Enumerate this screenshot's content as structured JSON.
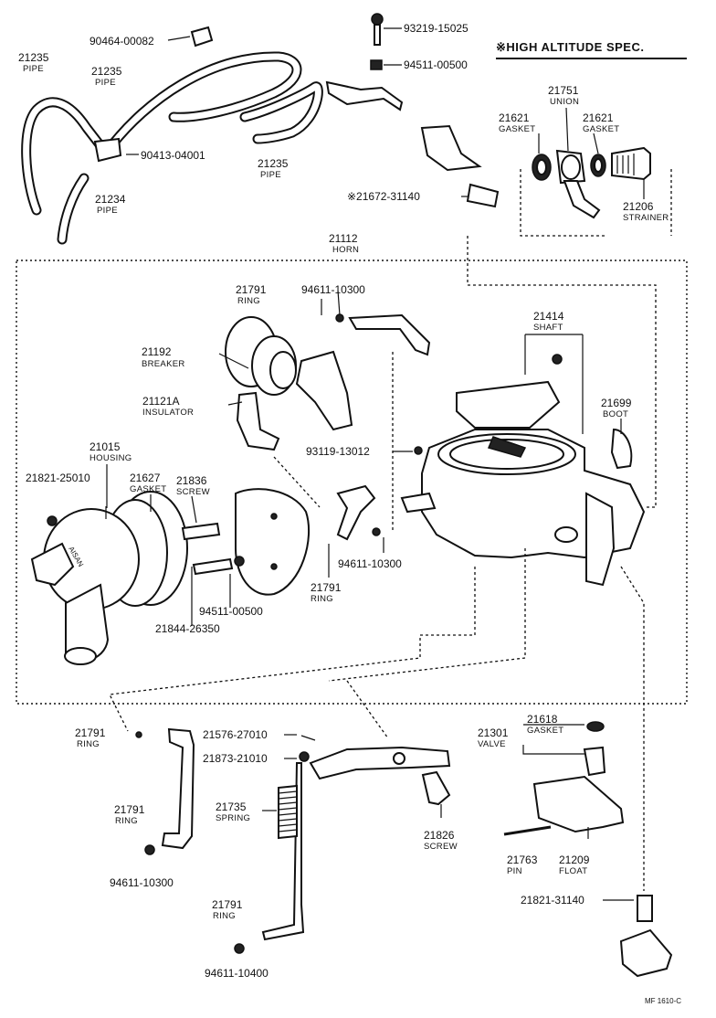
{
  "header": {
    "note": "※HIGH ALTITUDE SPEC."
  },
  "reference": "MF 1610-C",
  "labels": [
    {
      "id": "p90464",
      "num": "90464-00082",
      "name": ""
    },
    {
      "id": "p21235a",
      "num": "21235",
      "name": "PIPE"
    },
    {
      "id": "p21235b",
      "num": "21235",
      "name": "PIPE"
    },
    {
      "id": "p90413",
      "num": "90413-04001",
      "name": ""
    },
    {
      "id": "p21235c",
      "num": "21235",
      "name": "PIPE"
    },
    {
      "id": "p21234",
      "num": "21234",
      "name": "PIPE"
    },
    {
      "id": "p93219",
      "num": "93219-15025",
      "name": ""
    },
    {
      "id": "p94511a",
      "num": "94511-00500",
      "name": ""
    },
    {
      "id": "p21751",
      "num": "21751",
      "name": "UNION"
    },
    {
      "id": "p21621a",
      "num": "21621",
      "name": "GASKET"
    },
    {
      "id": "p21621b",
      "num": "21621",
      "name": "GASKET"
    },
    {
      "id": "p21672",
      "num": "※21672-31140",
      "name": ""
    },
    {
      "id": "p21206",
      "num": "21206",
      "name": "STRAINER"
    },
    {
      "id": "p21112",
      "num": "21112",
      "name": "HORN"
    },
    {
      "id": "p21791a",
      "num": "21791",
      "name": "RING"
    },
    {
      "id": "p94611a",
      "num": "94611-10300",
      "name": ""
    },
    {
      "id": "p21192",
      "num": "21192",
      "name": "BREAKER"
    },
    {
      "id": "p21414",
      "num": "21414",
      "name": "SHAFT"
    },
    {
      "id": "p21121A",
      "num": "21121A",
      "name": "INSULATOR"
    },
    {
      "id": "p21699",
      "num": "21699",
      "name": "BOOT"
    },
    {
      "id": "p21015",
      "num": "21015",
      "name": "HOUSING"
    },
    {
      "id": "p93119",
      "num": "93119-13012",
      "name": ""
    },
    {
      "id": "p21821a",
      "num": "21821-25010",
      "name": ""
    },
    {
      "id": "p21627",
      "num": "21627",
      "name": "GASKET"
    },
    {
      "id": "p21836",
      "num": "21836",
      "name": "SCREW"
    },
    {
      "id": "p94611b",
      "num": "94611-10300",
      "name": ""
    },
    {
      "id": "p21791b",
      "num": "21791",
      "name": "RING"
    },
    {
      "id": "p94511b",
      "num": "94511-00500",
      "name": ""
    },
    {
      "id": "p21844",
      "num": "21844-26350",
      "name": ""
    },
    {
      "id": "p21791c",
      "num": "21791",
      "name": "RING"
    },
    {
      "id": "p21576",
      "num": "21576-27010",
      "name": ""
    },
    {
      "id": "p21873",
      "num": "21873-21010",
      "name": ""
    },
    {
      "id": "p21618",
      "num": "21618",
      "name": "GASKET"
    },
    {
      "id": "p21301",
      "num": "21301",
      "name": "VALVE"
    },
    {
      "id": "p21791d",
      "num": "21791",
      "name": "RING"
    },
    {
      "id": "p21735",
      "num": "21735",
      "name": "SPRING"
    },
    {
      "id": "p21826",
      "num": "21826",
      "name": "SCREW"
    },
    {
      "id": "p21763",
      "num": "21763",
      "name": "PIN"
    },
    {
      "id": "p21209",
      "num": "21209",
      "name": "FLOAT"
    },
    {
      "id": "p94611c",
      "num": "94611-10300",
      "name": ""
    },
    {
      "id": "p21821b",
      "num": "21821-31140",
      "name": ""
    },
    {
      "id": "p21791e",
      "num": "21791",
      "name": "RING"
    },
    {
      "id": "p94611d",
      "num": "94611-10400",
      "name": ""
    }
  ]
}
